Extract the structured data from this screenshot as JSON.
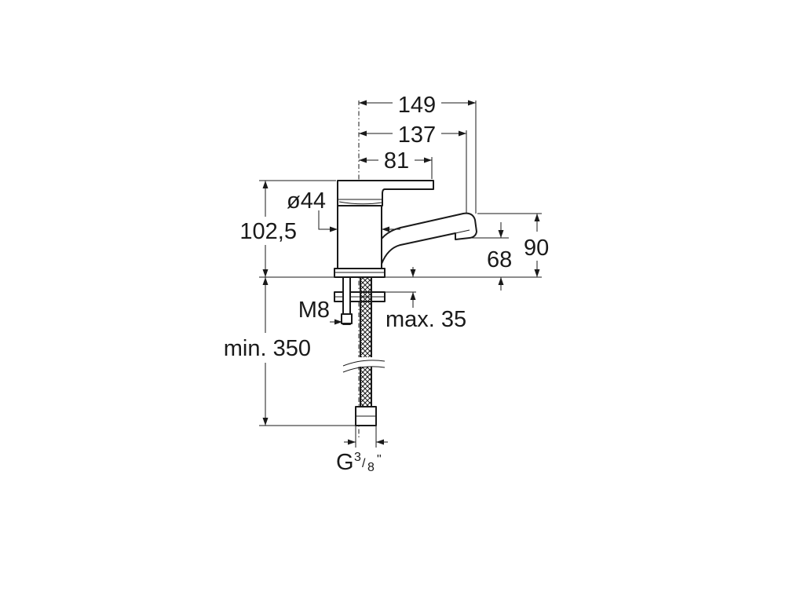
{
  "dimensions": {
    "overall_reach": "149",
    "spout_reach": "137",
    "lever_reach": "81",
    "body_diameter": "ø44",
    "body_height": "102,5",
    "total_height": "90",
    "spout_height": "68",
    "mount_thread": "M8",
    "max_counter_thickness": "max. 35",
    "min_hose_length": "min. 350",
    "connection_prefix": "G",
    "connection_num": "3",
    "connection_den": "8",
    "connection_suffix": "\""
  }
}
